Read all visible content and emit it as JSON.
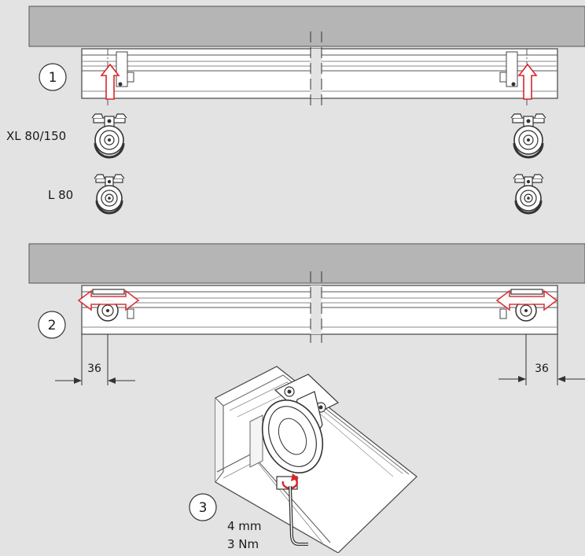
{
  "diagram": {
    "step1": {
      "number": "1",
      "carriage_labels": [
        "XL 80/150",
        "L 80"
      ]
    },
    "step2": {
      "number": "2",
      "dimension_left": "36",
      "dimension_right": "36"
    },
    "step3": {
      "number": "3",
      "hex_key_size": "4 mm",
      "tightening_torque": "3 Nm"
    },
    "colors": {
      "background": "#e3e3e3",
      "ceiling": "#b5b5b5",
      "track": "#ffffff",
      "outline": "#333333",
      "arrow": "#d9252a"
    }
  }
}
